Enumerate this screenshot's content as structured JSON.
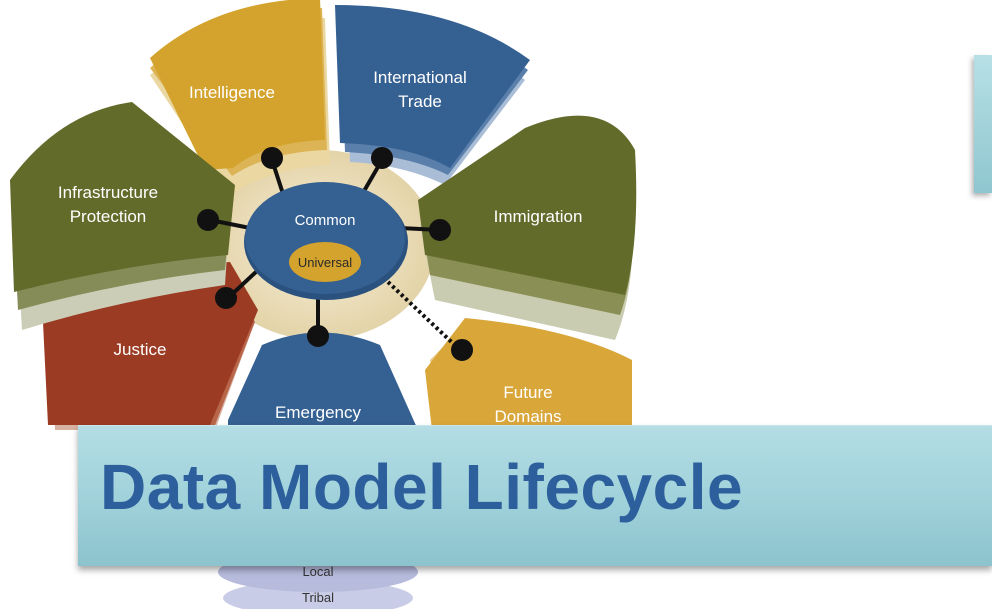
{
  "diagram": {
    "petals": [
      {
        "id": "intelligence",
        "lines": [
          "Intelligence"
        ],
        "color": "#d4a32e"
      },
      {
        "id": "international-trade",
        "lines": [
          "International",
          "Trade"
        ],
        "color": "#356092"
      },
      {
        "id": "immigration",
        "lines": [
          "Immigration"
        ],
        "color": "#636b2b"
      },
      {
        "id": "future-domains",
        "lines": [
          "Future",
          "Domains"
        ],
        "color": "#d9a63a"
      },
      {
        "id": "emergency",
        "lines": [
          "Emergency"
        ],
        "color": "#356092"
      },
      {
        "id": "justice",
        "lines": [
          "Justice"
        ],
        "color": "#9b3b23"
      },
      {
        "id": "infrastructure-protection",
        "lines": [
          "Infrastructure",
          "Protection"
        ],
        "color": "#636b2b"
      }
    ],
    "hub": {
      "label": "Common",
      "color": "#356092"
    },
    "core": {
      "label": "Universal",
      "color": "#d4a32e"
    },
    "tiers": [
      "Local",
      "Tribal"
    ]
  },
  "banner": {
    "title": "Data Model Lifecycle"
  }
}
